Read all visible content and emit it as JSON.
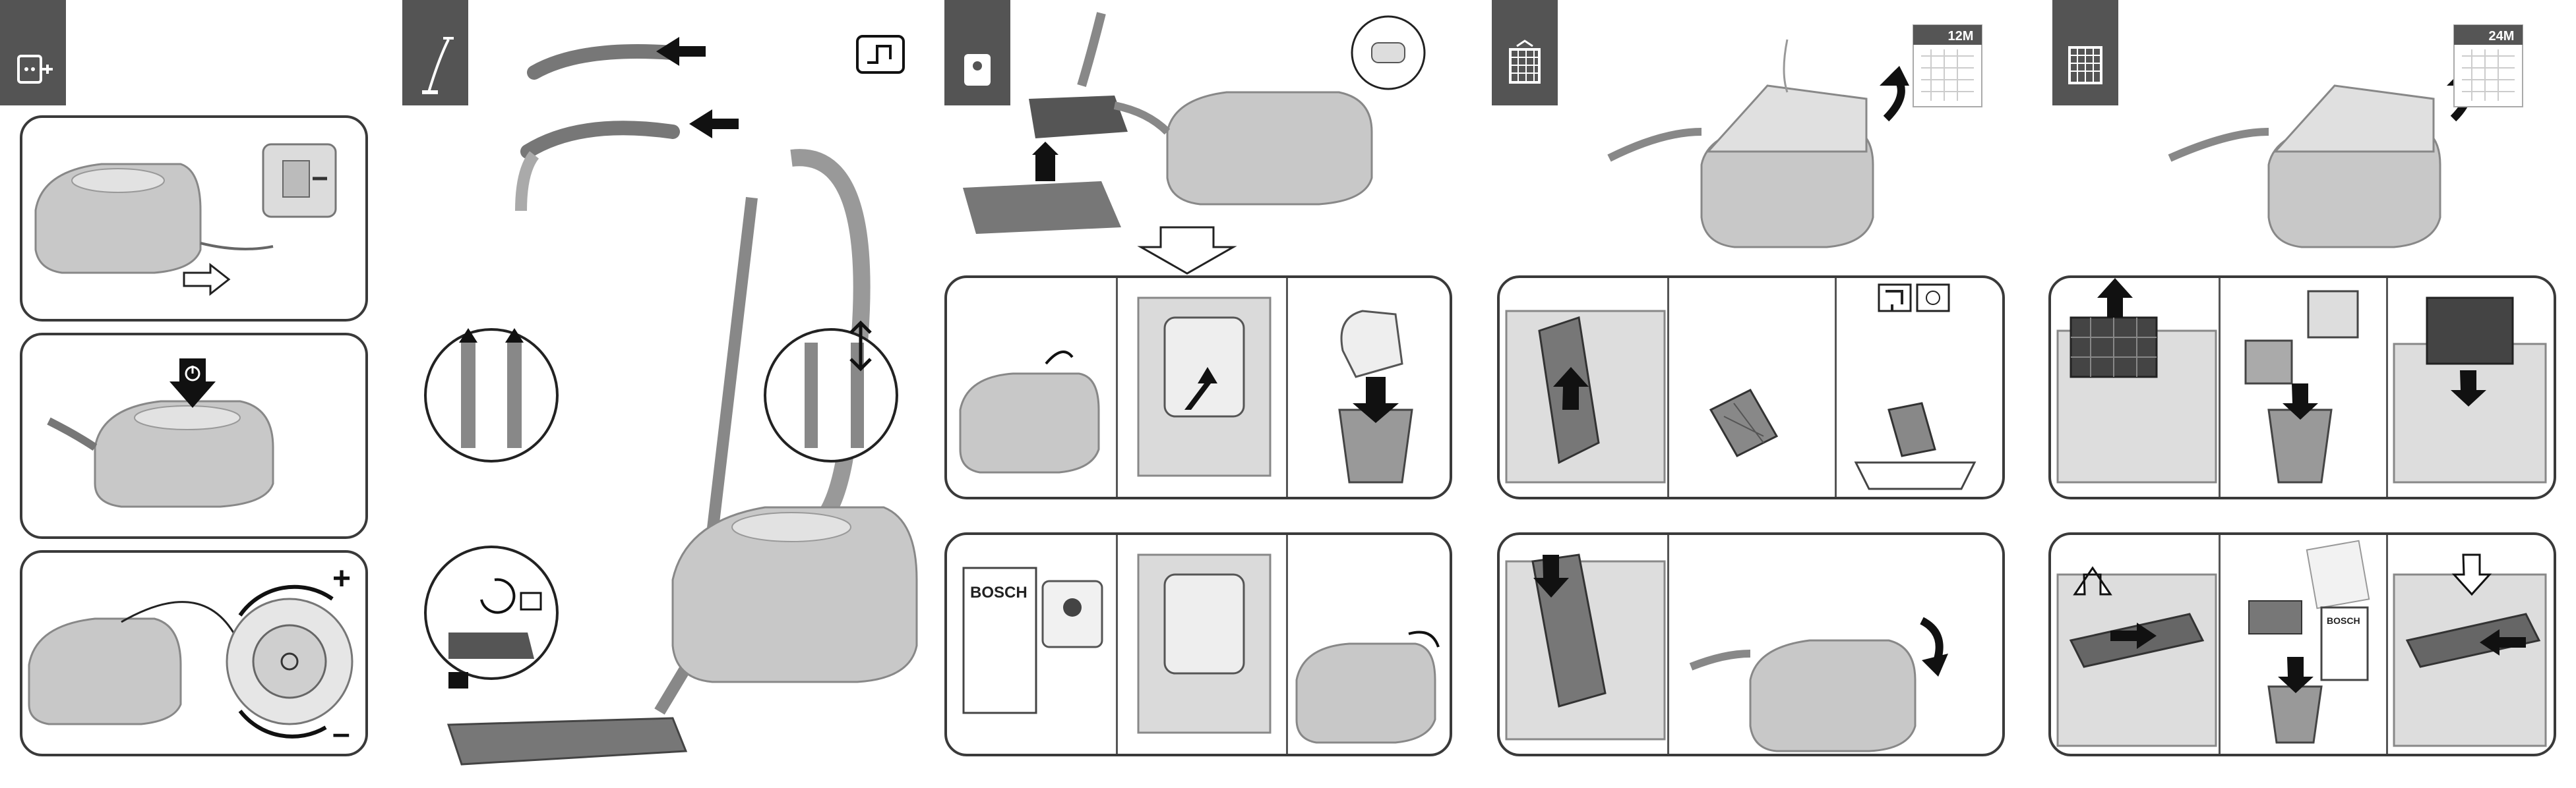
{
  "labels": {
    "calendar_12m": "12M",
    "calendar_24m": "24M",
    "bag_brand": "BOSCH",
    "filter_pack_brand": "BOSCH",
    "plus_sign": "+",
    "minus_sign": "–"
  },
  "sections": [
    {
      "icon": "plug-socket-icon"
    },
    {
      "icon": "vacuum-accessories-icon"
    },
    {
      "icon": "dust-bag-icon"
    },
    {
      "icon": "motor-protection-filter-icon"
    },
    {
      "icon": "exhaust-filter-icon"
    }
  ],
  "colors": {
    "tab_bg": "#545454",
    "panel_border": "#3a3a3a",
    "arrow": "#222222",
    "appliance_body": "#c8c8c8"
  }
}
